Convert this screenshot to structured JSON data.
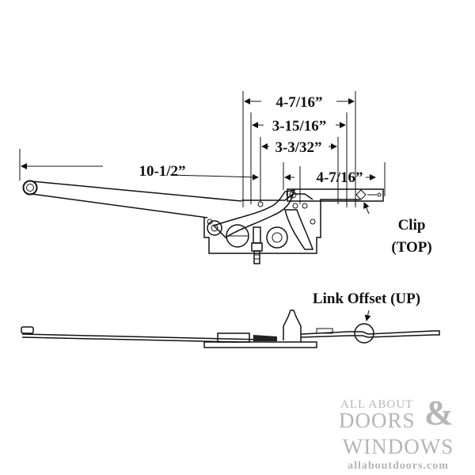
{
  "dimensions": {
    "overall_gearbox": "4-7/16”",
    "mid_gearbox": "3-15/16”",
    "inner_gearbox": "3-3/32”",
    "long_arm": "10-1/2”",
    "short_arm": "4-7/16”"
  },
  "labels": {
    "clip": "Clip",
    "clip_position": "(TOP)",
    "link_offset": "Link Offset (UP)"
  },
  "logo": {
    "line1": "ALL ABOUT",
    "line2": "DOORS",
    "ampersand": "&",
    "line3": "WINDOWS",
    "url": "allaboutdoors.com"
  },
  "colors": {
    "line": "#111111",
    "watermark": "#b5b5b5"
  }
}
